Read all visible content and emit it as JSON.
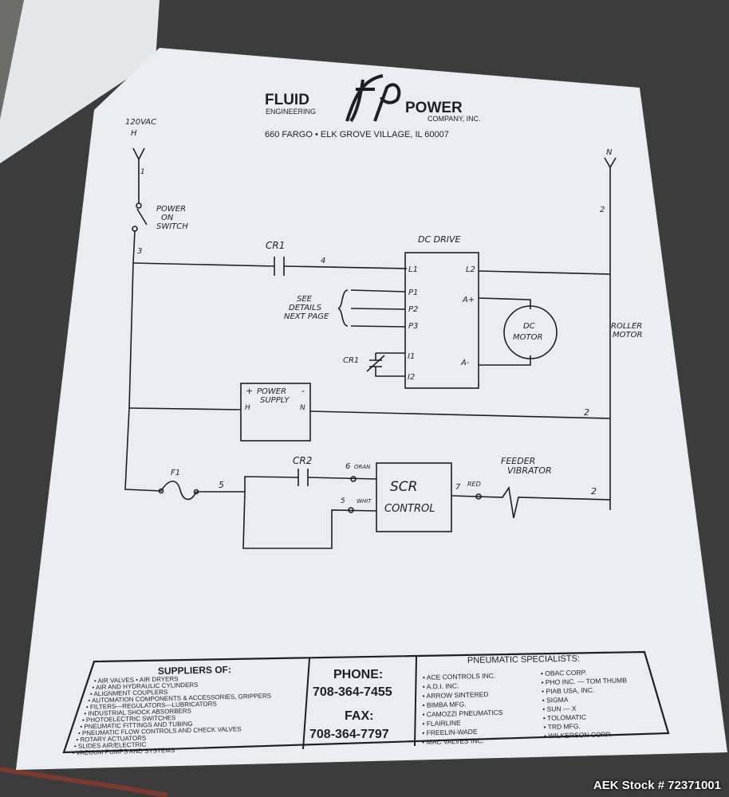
{
  "header": {
    "logo_left_top": "FLUID",
    "logo_left_bottom": "ENGINEERING",
    "logo_right_top": "POWER",
    "logo_right_bottom": "COMPANY, INC.",
    "address": "660 FARGO • ELK GROVE VILLAGE, IL 60007"
  },
  "schematic": {
    "supply_label": "120VAC",
    "line_h": "H",
    "line_n": "N",
    "wire_1": "1",
    "wire_2": "2",
    "wire_3": "3",
    "wire_4": "4",
    "wire_5": "5",
    "wire_6": "6",
    "wire_7": "7",
    "power_switch_line1": "POWER",
    "power_switch_line2": "ON",
    "power_switch_line3": "SWITCH",
    "cr1": "CR1",
    "cr1_lower": "CR1",
    "cr2": "CR2",
    "dc_drive_title": "DC DRIVE",
    "term_l1": "L1",
    "term_l2": "L2",
    "term_p1": "P1",
    "term_p2": "P2",
    "term_p3": "P3",
    "term_i1": "I1",
    "term_i2": "I2",
    "term_aplus": "A+",
    "term_aminus": "A-",
    "see_details_1": "SEE",
    "see_details_2": "DETAILS",
    "see_details_3": "NEXT PAGE",
    "motor_1": "DC",
    "motor_2": "MOTOR",
    "roller_motor_1": "ROLLER",
    "roller_motor_2": "MOTOR",
    "power_supply_plus": "+",
    "power_supply_minus": "-",
    "power_supply_1": "POWER",
    "power_supply_2": "SUPPLY",
    "ps_h": "H",
    "ps_n": "N",
    "fuse": "F1",
    "orange": "ORAN",
    "white": "WHIT",
    "red": "RED",
    "scr_1": "SCR",
    "scr_2": "CONTROL",
    "feeder_1": "FEEDER",
    "feeder_2": "VIBRATOR"
  },
  "footer": {
    "suppliers_title": "SUPPLIERS OF:",
    "suppliers": [
      "• AIR VALVES       • AIR DRYERS",
      "• AIR AND HYDRAULIC CYLINDERS",
      "• ALIGNMENT COUPLERS",
      "• AUTOMATION COMPONENTS & ACCESSORIES, GRIPPERS",
      "• FILTERS—REGULATORS—LUBRICATORS",
      "• INDUSTRIAL SHOCK ABSORBERS",
      "• PHOTOELECTRIC SWITCHES",
      "• PNEUMATIC FITTINGS AND TUBING",
      "• PNEUMATIC FLOW CONTROLS AND CHECK VALVES",
      "• ROTARY ACTUATORS",
      "• SLIDES AIR/ELECTRIC",
      "• VACUUM PUMPS AND SYSTEMS"
    ],
    "phone_label": "PHONE:",
    "phone": "708-364-7455",
    "fax_label": "FAX:",
    "fax": "708-364-7797",
    "pneumatic_title": "PNEUMATIC SPECIALISTS:",
    "specialists_left": [
      "• ACE CONTROLS INC.",
      "• A.D.I. INC.",
      "• ARROW SINTERED",
      "• BIMBA MFG.",
      "• CAMOZZI PNEUMATICS",
      "• FLAIRLINE",
      "• FREELIN-WADE",
      "• MAC VALVES INC."
    ],
    "specialists_right": [
      "• OBAC CORP.",
      "• PHO INC. — TOM THUMB",
      "• PIAB USA, INC.",
      "• SIGMA",
      "• SUN — X",
      "• TOLOMATIC",
      "• TRD MFG.",
      "• WILKERSON CORP."
    ]
  },
  "watermark": "AEK Stock # 72371001",
  "colors": {
    "paper": "#e9ecf1",
    "ink": "#1d1f24",
    "table": "#3a3b3a",
    "floor": "#6d6e6a"
  }
}
